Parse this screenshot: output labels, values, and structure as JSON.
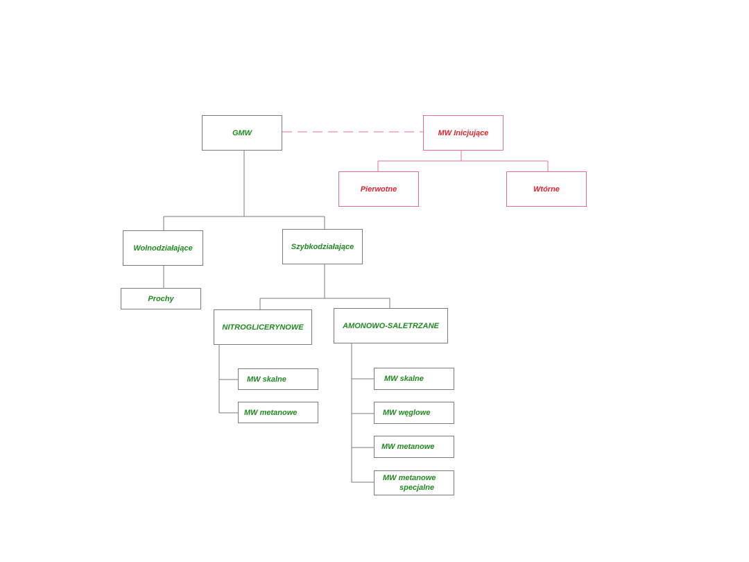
{
  "colors": {
    "green": "#1f8a1f",
    "red": "#e0232e",
    "line": "#7a7a7a",
    "red_line": "#e86b8a"
  },
  "nodes": {
    "gmw": "GMW",
    "mw_inicjujace": "MW Inicjujące",
    "pierwotne": "Pierwotne",
    "wtorne": "Wtórne",
    "wolnodzialajace": "Wolnodziałające",
    "szybkodzialajace": "Szybkodziałające",
    "prochy": "Prochy",
    "nitroglicerynowe": "NITROGLICERYNOWE",
    "amonowo_saletrzane": "AMONOWO-SALETRZANE",
    "nitro_children": [
      "MW skalne",
      "MW metanowe"
    ],
    "amon_children": [
      "MW skalne",
      "MW węglowe",
      "MW metanowe"
    ],
    "amon_special_line1": "MW metanowe",
    "amon_special_line2": "specjalne"
  }
}
